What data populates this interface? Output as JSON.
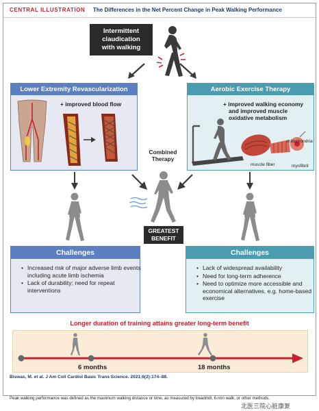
{
  "header": {
    "tag": "CENTRAL ILLUSTRATION",
    "title": "The Differences in the Net Percent Change in Peak Walking Performance"
  },
  "top_box": {
    "line1": "Intermittent",
    "line2": "claudication",
    "line3": "with walking"
  },
  "left_panel": {
    "title": "Lower Extremity Revascularization",
    "benefit": "+ improved blood flow"
  },
  "right_panel": {
    "title": "Aerobic Exercise Therapy",
    "benefit_line1": "+ improved walking economy",
    "benefit_line2": "and improved muscle",
    "benefit_line3": "oxidative metabolism",
    "label_mitochondria": "mitochondria",
    "label_muscle_fiber": "muscle fiber",
    "label_myofibril": "myofibril"
  },
  "center": {
    "combined_line1": "Combined",
    "combined_line2": "Therapy",
    "greatest_line1": "GREATEST",
    "greatest_line2": "BENEFIT"
  },
  "left_challenges": {
    "title": "Challenges",
    "items": [
      "Increased risk of major adverse limb events including acute limb ischemia",
      "Lack of durability; need for repeat interventions"
    ]
  },
  "right_challenges": {
    "title": "Challenges",
    "items": [
      "Lack of widespread availability",
      "Need for long-term adherence",
      "Need to optimize more accessible and economical alternatives, e.g. home-based exercise"
    ]
  },
  "timeline": {
    "headline": "Longer duration of training attains greater long-term benefit",
    "marker1": "6 months",
    "marker2": "18 months"
  },
  "citation": "Biswas, M. et al. J Am Coll Cardiol Basic Trans Science. 2021;6(2):174–88.",
  "footnote": "Peak walking performance was defined as the maximum walking distance or time, as measured by treadmill, 6-min walk, or other methods.",
  "watermark": "北医三院心脏康复",
  "colors": {
    "accent_red": "#c8202e",
    "navy": "#1f3a66",
    "left_blue": "#5b7fc0",
    "right_teal": "#4a9db0",
    "figure_gray": "#8c8c8c",
    "timeline_bg": "#faecd7"
  }
}
